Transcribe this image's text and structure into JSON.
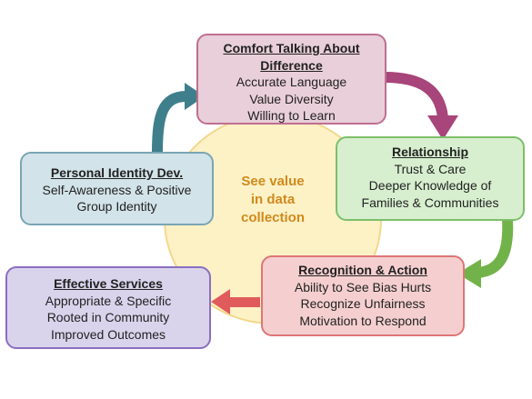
{
  "center": {
    "line1": "See value",
    "line2": "in data",
    "line3": "collection"
  },
  "boxes": {
    "comfort": {
      "title1": "Comfort Talking About",
      "title2": "Difference",
      "lines": [
        "Accurate Language",
        "Value Diversity",
        "Willing to Learn"
      ]
    },
    "relationship": {
      "title": "Relationship",
      "lines": [
        "Trust & Care",
        "Deeper Knowledge of",
        "Families & Communities"
      ]
    },
    "identity": {
      "title": "Personal Identity Dev.",
      "lines": [
        "Self-Awareness & Positive",
        "Group Identity"
      ]
    },
    "recognition": {
      "title": "Recognition & Action",
      "lines": [
        "Ability to See Bias Hurts",
        "Recognize Unfairness",
        "Motivation to Respond"
      ]
    },
    "services": {
      "title": "Effective Services",
      "lines": [
        "Appropriate & Specific",
        "Rooted in Community",
        "Improved Outcomes"
      ]
    }
  },
  "colors": {
    "teal_arrow": "#3f7f8c",
    "magenta_arrow": "#a8457a",
    "green_arrow": "#72b24a",
    "red_arrow": "#e05c5c",
    "center_text": "#d08a1c"
  }
}
